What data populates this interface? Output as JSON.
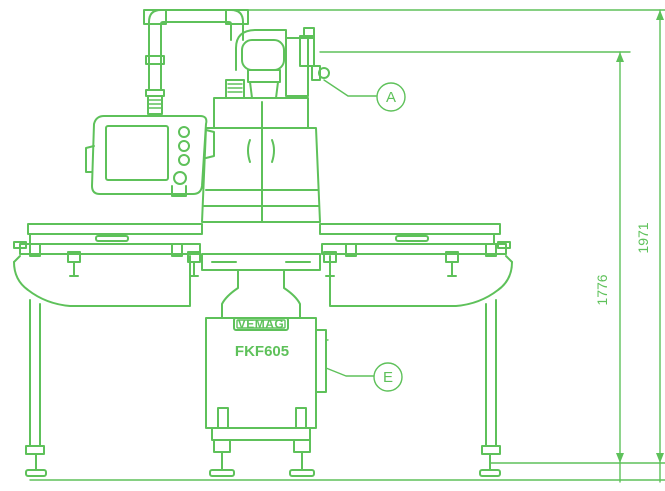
{
  "drawing": {
    "brand_logo_text": "VEMAG",
    "model_label": "FKF605",
    "callouts": [
      {
        "id": "A",
        "label": "A"
      },
      {
        "id": "E",
        "label": "E"
      }
    ],
    "dimensions": [
      {
        "name": "height-1776",
        "value": "1776"
      },
      {
        "name": "height-1971",
        "value": "1971"
      }
    ],
    "line_color": "#5ec15a",
    "background_color": "#ffffff"
  }
}
